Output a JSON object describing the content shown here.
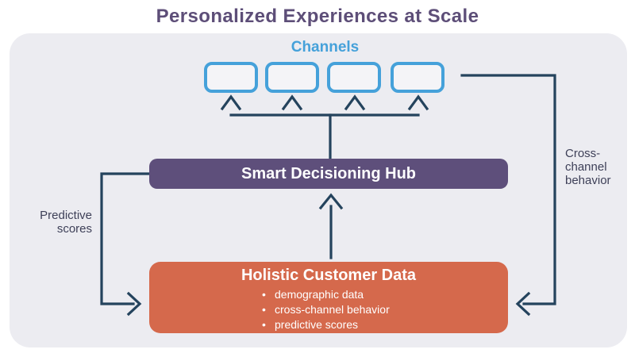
{
  "title": "Personalized Experiences at Scale",
  "channels": {
    "label": "Channels",
    "box_count": 4
  },
  "hub": {
    "label": "Smart Decisioning Hub"
  },
  "customer_data": {
    "title": "Holistic Customer Data",
    "bullets": [
      "demographic data",
      "cross-channel behavior",
      "predictive scores"
    ]
  },
  "annotations": {
    "predictive_scores": {
      "lines": [
        "Predictive",
        "scores"
      ]
    },
    "cross_channel_behavior": {
      "lines": [
        "Cross-",
        "channel",
        "behavior"
      ]
    }
  },
  "colors": {
    "title_purple": "#5d4e78",
    "channels_blue": "#45a1da",
    "hub_purple": "#5e4f7b",
    "data_orange": "#d5694c",
    "arrow_navy": "#24435d",
    "label_text": "#3e4058",
    "panel_bg": "#ececf1",
    "box_fill": "#f4f4f7",
    "page_bg": "#ffffff",
    "white_text": "#ffffff"
  }
}
